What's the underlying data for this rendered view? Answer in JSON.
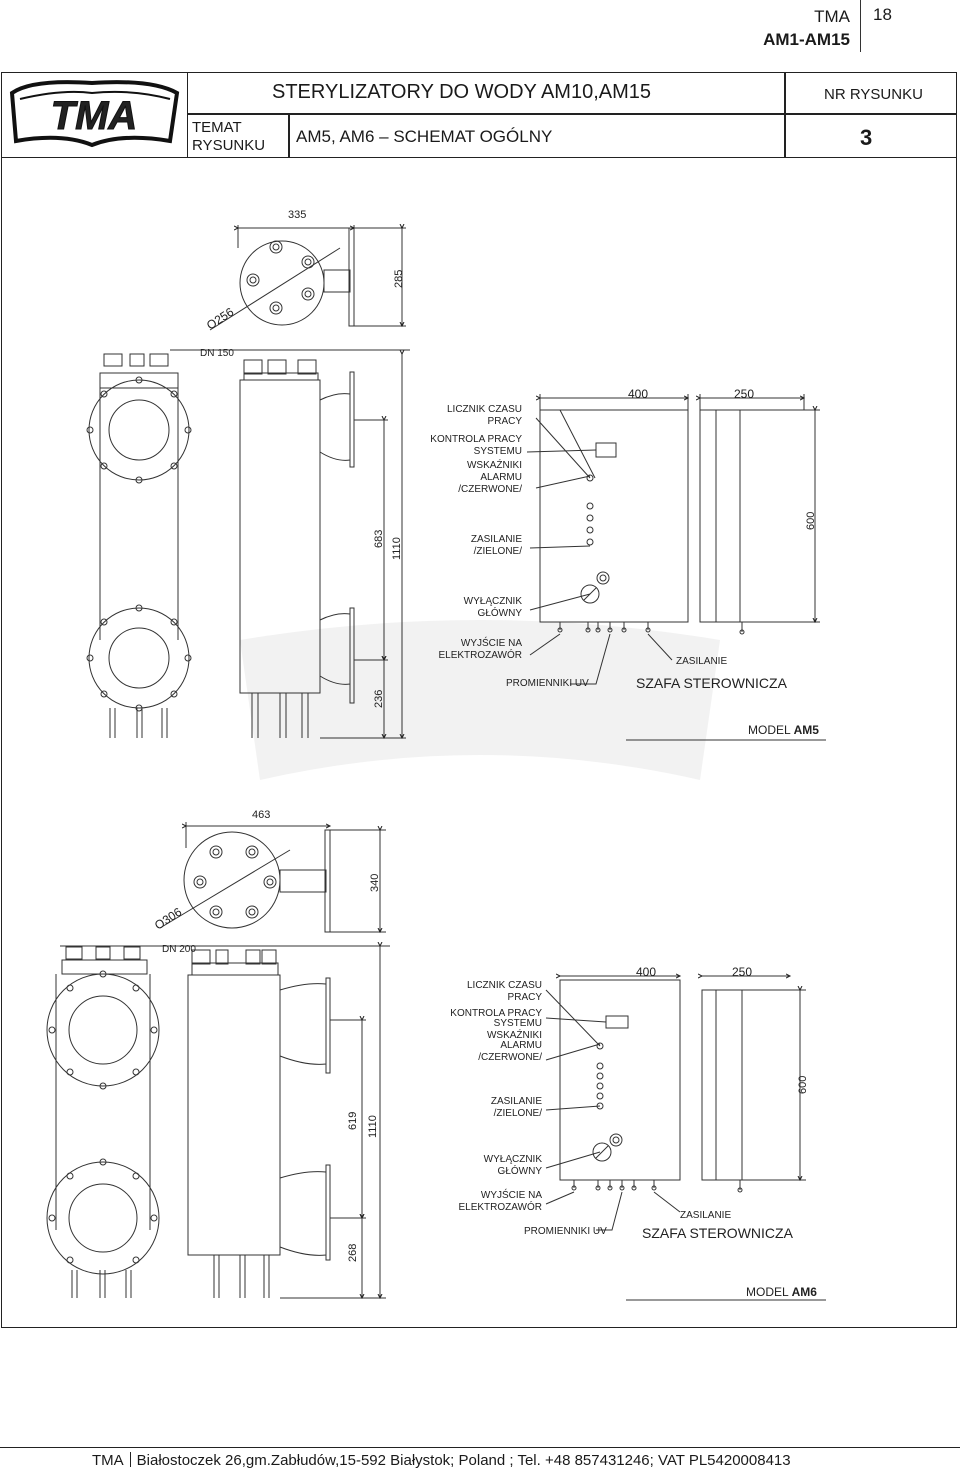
{
  "header": {
    "company": "TMA",
    "doc_code": "AM1-AM15",
    "page_number": "18"
  },
  "title_block": {
    "main_title": "STERYLIZATORY DO WODY AM10,AM15",
    "temat_label_1": "TEMAT",
    "temat_label_2": "RYSUNKU",
    "subtitle": "AM5, AM6 – SCHEMAT OGÓLNY",
    "nr_label": "NR RYSUNKU",
    "nr_value": "3",
    "logo_text": "TMA"
  },
  "am5": {
    "model_prefix": "MODEL",
    "model_name": "AM5",
    "dim_top_width": "335",
    "dim_top_height": "285",
    "dim_diameter": "O256",
    "dn": "DN 150",
    "dim_683": "683",
    "dim_1110": "1110",
    "dim_236": "236",
    "dim_400": "400",
    "dim_250": "250",
    "dim_600": "600",
    "label_licznik_1": "LICZNIK CZASU",
    "label_licznik_2": "PRACY",
    "label_kontrola_1": "KONTROLA PRACY",
    "label_kontrola_2": "SYSTEMU",
    "label_wskazniki_1": "WSKAŹNIKI",
    "label_wskazniki_2": "ALARMU",
    "label_wskazniki_3": "/CZERWONE/",
    "label_zasilanie_z_1": "ZASILANIE",
    "label_zasilanie_z_2": "/ZIELONE/",
    "label_wylacznik_1": "WYŁĄCZNIK",
    "label_wylacznik_2": "GŁÓWNY",
    "label_wyjscie_1": "WYJŚCIE NA",
    "label_wyjscie_2": "ELEKTROZAWÓR",
    "label_promienniki": "PROMIENNIKI UV",
    "label_zasilanie": "ZASILANIE",
    "label_szafa": "SZAFA STEROWNICZA"
  },
  "am6": {
    "model_prefix": "MODEL",
    "model_name": "AM6",
    "dim_top_width": "463",
    "dim_top_height": "340",
    "dim_diameter": "O306",
    "dn": "DN 200",
    "dim_619": "619",
    "dim_1110": "1110",
    "dim_268": "268",
    "dim_400": "400",
    "dim_250": "250",
    "dim_600": "600",
    "label_licznik_1": "LICZNIK CZASU",
    "label_licznik_2": "PRACY",
    "label_kontrola_1": "KONTROLA PRACY",
    "label_kontrola_2": "SYSTEMU",
    "label_wskazniki_1": "WSKAŹNIKI",
    "label_wskazniki_2": "ALARMU",
    "label_wskazniki_3": "/CZERWONE/",
    "label_zasilanie_z_1": "ZASILANIE",
    "label_zasilanie_z_2": "/ZIELONE/",
    "label_wylacznik_1": "WYŁĄCZNIK",
    "label_wylacznik_2": "GŁÓWNY",
    "label_wyjscie_1": "WYJŚCIE NA",
    "label_wyjscie_2": "ELEKTROZAWÓR",
    "label_promienniki": "PROMIENNIKI UV",
    "label_zasilanie": "ZASILANIE",
    "label_szafa": "SZAFA STEROWNICZA"
  },
  "footer": {
    "company": "TMA",
    "address": "Białostoczek 26,gm.Zabłudów,15-592 Białystok; Poland ; Tel. +48 857431246; VAT  PL5420008413"
  }
}
